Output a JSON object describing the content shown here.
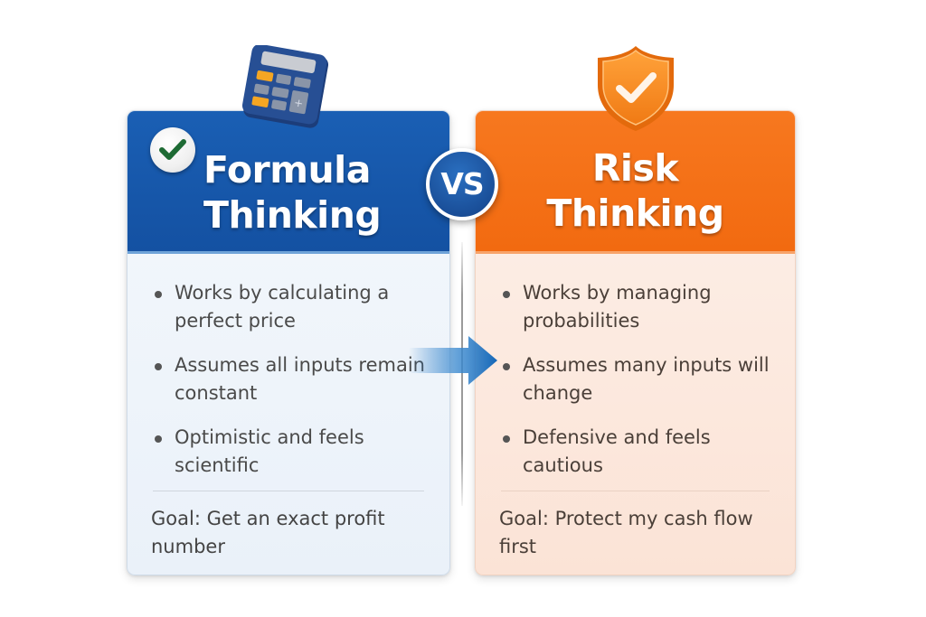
{
  "colors": {
    "formula_header": "#1a5fb4",
    "risk_header": "#f26a10",
    "vs_badge": "#1a4f99",
    "arrow": "#1a72c4",
    "check_green": "#1e6b34"
  },
  "vs_badge": {
    "label": "VS"
  },
  "formula": {
    "icon": "calculator-icon",
    "badge_icon": "checkmark-icon",
    "title_line1": "Formula",
    "title_line2": "Thinking",
    "bullets": [
      "Works by calculating a perfect price",
      "Assumes all inputs remain constant",
      "Optimistic and feels scientific"
    ],
    "goal": "Goal: Get an exact profit number"
  },
  "risk": {
    "icon": "shield-check-icon",
    "title_line1": "Risk",
    "title_line2": "Thinking",
    "bullets": [
      "Works by managing probabilities",
      "Assumes many inputs will change",
      "Defensive and feels cautious"
    ],
    "goal": "Goal: Protect my cash flow first"
  },
  "connector": {
    "icon": "arrow-right-icon"
  }
}
